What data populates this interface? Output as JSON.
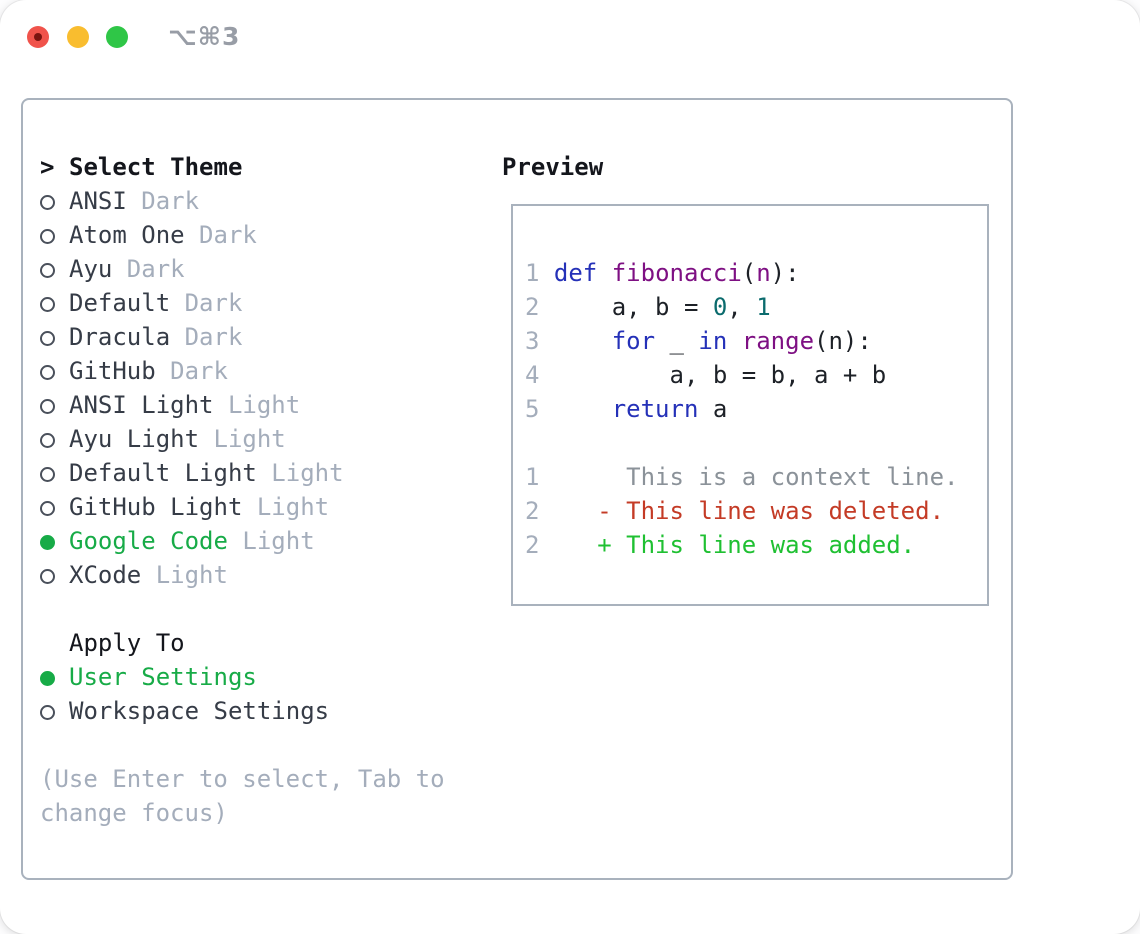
{
  "window": {
    "title": "⌥⌘3"
  },
  "theme_selector": {
    "prompt": ">",
    "header": "Select Theme",
    "items": [
      {
        "name": "ANSI",
        "variant": "Dark",
        "selected": false
      },
      {
        "name": "Atom One",
        "variant": "Dark",
        "selected": false
      },
      {
        "name": "Ayu",
        "variant": "Dark",
        "selected": false
      },
      {
        "name": "Default",
        "variant": "Dark",
        "selected": false
      },
      {
        "name": "Dracula",
        "variant": "Dark",
        "selected": false
      },
      {
        "name": "GitHub",
        "variant": "Dark",
        "selected": false
      },
      {
        "name": "ANSI Light",
        "variant": "Light",
        "selected": false
      },
      {
        "name": "Ayu Light",
        "variant": "Light",
        "selected": false
      },
      {
        "name": "Default Light",
        "variant": "Light",
        "selected": false
      },
      {
        "name": "GitHub Light",
        "variant": "Light",
        "selected": false
      },
      {
        "name": "Google Code",
        "variant": "Light",
        "selected": true
      },
      {
        "name": "XCode",
        "variant": "Light",
        "selected": false
      }
    ]
  },
  "apply_to": {
    "header": "Apply To",
    "items": [
      {
        "name": "User Settings",
        "selected": true
      },
      {
        "name": "Workspace Settings",
        "selected": false
      }
    ]
  },
  "hint": "(Use Enter to select, Tab to change focus)",
  "preview": {
    "header": "Preview",
    "code_lines": [
      {
        "num": "1",
        "tokens": [
          [
            " ",
            "pl"
          ],
          [
            "def",
            "kw"
          ],
          [
            " ",
            "pl"
          ],
          [
            "fibonacci",
            "fn"
          ],
          [
            "(",
            "pl"
          ],
          [
            "n",
            "fn"
          ],
          [
            "):",
            "pl"
          ]
        ]
      },
      {
        "num": "2",
        "tokens": [
          [
            "     a, b = ",
            "pl"
          ],
          [
            "0",
            "num"
          ],
          [
            ", ",
            "pl"
          ],
          [
            "1",
            "num"
          ]
        ]
      },
      {
        "num": "3",
        "tokens": [
          [
            "     ",
            "pl"
          ],
          [
            "for",
            "kw"
          ],
          [
            " _ ",
            "pl"
          ],
          [
            "in",
            "kw"
          ],
          [
            " ",
            "pl"
          ],
          [
            "range",
            "fn"
          ],
          [
            "(n):",
            "pl"
          ]
        ]
      },
      {
        "num": "4",
        "tokens": [
          [
            "         a, b = b, a + b",
            "pl"
          ]
        ]
      },
      {
        "num": "5",
        "tokens": [
          [
            "     ",
            "pl"
          ],
          [
            "return",
            "kw"
          ],
          [
            " a",
            "pl"
          ]
        ]
      }
    ],
    "diff_lines": [
      {
        "num": "1",
        "tokens": [
          [
            "      This is a context line.",
            "ctx"
          ]
        ]
      },
      {
        "num": "2",
        "tokens": [
          [
            "    - This line was deleted.",
            "del"
          ]
        ]
      },
      {
        "num": "2",
        "tokens": [
          [
            "    + This line was added.",
            "add"
          ]
        ]
      }
    ]
  },
  "colors": {
    "accent_green": "#17ab47",
    "dim_text": "#a4adbb",
    "item_text": "#363c47",
    "heading_text": "#14161c",
    "panel_border": "#a9b2bd",
    "title_text": "#989da6",
    "marker_ring": "#4a505b",
    "code_keyword": "#2531b8",
    "code_function": "#7e1083",
    "code_number": "#0b6b6d",
    "code_plain": "#1d2127",
    "line_number": "#a4adbb",
    "diff_context": "#8b9299",
    "diff_deleted": "#c43b26",
    "diff_added": "#1fc032",
    "traffic_red": "#f0534b",
    "traffic_red_dot": "#7a1410",
    "traffic_yellow": "#f9bd2f",
    "traffic_green": "#2fc647"
  }
}
